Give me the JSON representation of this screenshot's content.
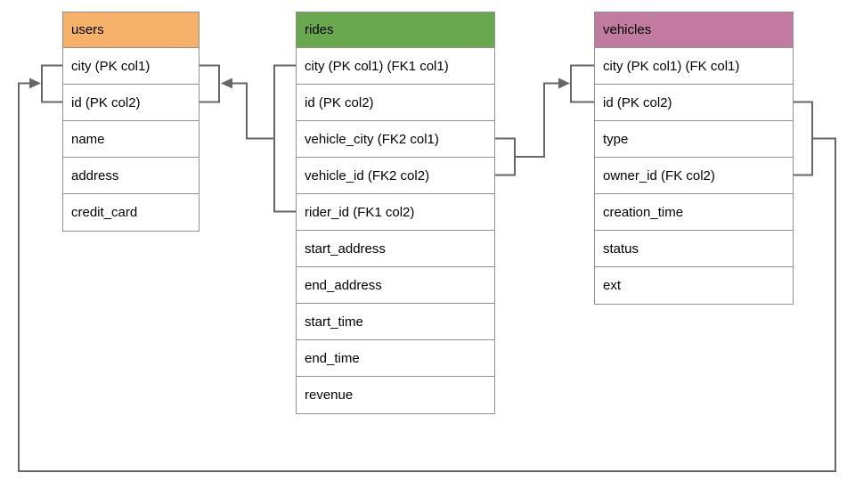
{
  "diagram": {
    "kind": "entity-relationship-schema",
    "background_color": "#ffffff",
    "connector_color": "#666666",
    "table_border_color": "#909090",
    "text_color": "#000000"
  },
  "tables": [
    {
      "id": "users",
      "title": "users",
      "header_color": "#f6b26b",
      "rows": [
        "city (PK col1)",
        "id (PK col2)",
        "name",
        "address",
        "credit_card"
      ]
    },
    {
      "id": "rides",
      "title": "rides",
      "header_color": "#6aa84f",
      "rows": [
        "city (PK col1) (FK1 col1)",
        "id (PK col2)",
        "vehicle_city (FK2 col1)",
        "vehicle_id (FK2 col2)",
        "rider_id (FK1 col2)",
        "start_address",
        "end_address",
        "start_time",
        "end_time",
        "revenue"
      ]
    },
    {
      "id": "vehicles",
      "title": "vehicles",
      "header_color": "#c27ba0",
      "rows": [
        "city (PK col1) (FK col1)",
        "id (PK col2)",
        "type",
        "owner_id (FK col2)",
        "creation_time",
        "status",
        "ext"
      ]
    }
  ],
  "relationships": [
    {
      "name": "FK1",
      "from_table": "rides",
      "from_columns": [
        "city",
        "rider_id"
      ],
      "to_table": "users",
      "to_columns": [
        "city",
        "id"
      ]
    },
    {
      "name": "FK2",
      "from_table": "rides",
      "from_columns": [
        "vehicle_city",
        "vehicle_id"
      ],
      "to_table": "vehicles",
      "to_columns": [
        "city",
        "id"
      ]
    },
    {
      "name": "FK",
      "from_table": "vehicles",
      "from_columns": [
        "city",
        "owner_id"
      ],
      "to_table": "users",
      "to_columns": [
        "city",
        "id"
      ]
    }
  ]
}
